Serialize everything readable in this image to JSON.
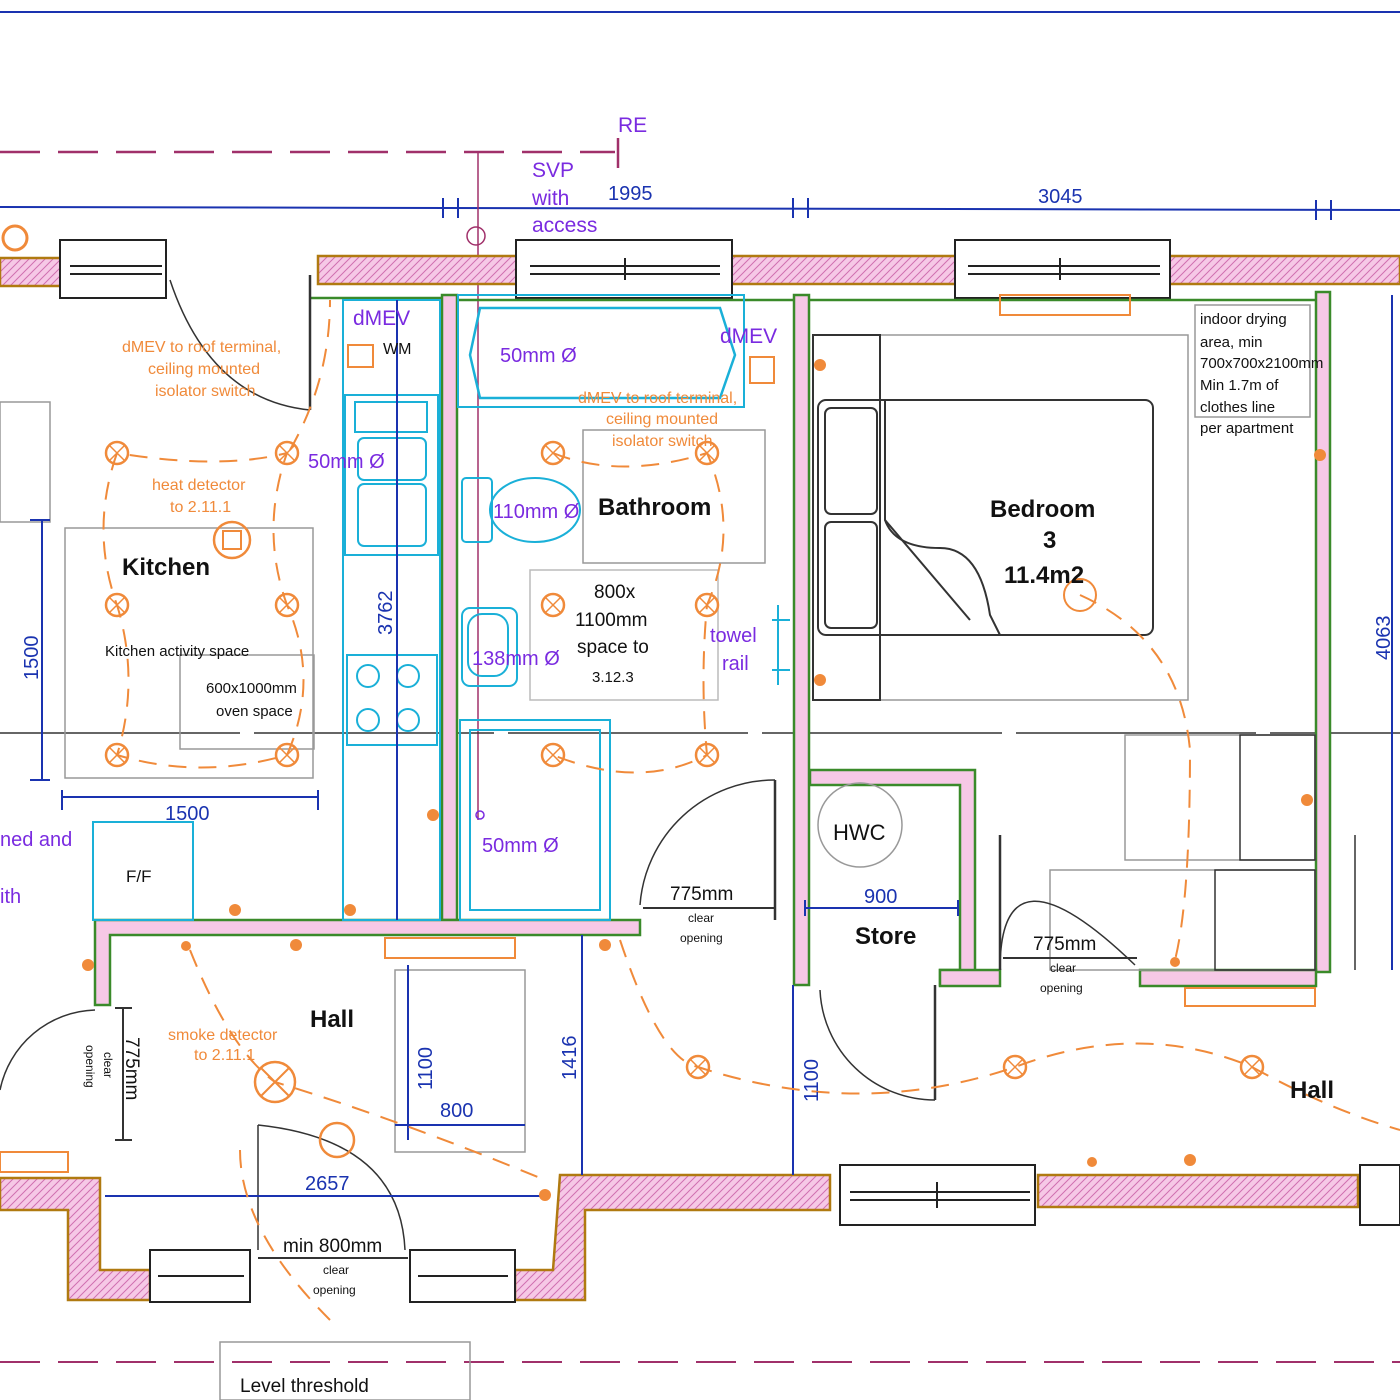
{
  "dims": {
    "top": "1995",
    "top2": "3045",
    "kitchen_v": "1500",
    "kitchen_h": "1500",
    "tall": "3762",
    "right_v": "4063",
    "store_w": "900",
    "hall_v": "1416",
    "hall_box_v": "1100",
    "hall_box_h": "800",
    "hall_h": "2657",
    "corridor_v": "1100"
  },
  "rooms": {
    "kitchen": "Kitchen",
    "bathroom": "Bathroom",
    "bed_l1": "Bedroom",
    "bed_l2": "3",
    "bed_l3": "11.4m2",
    "hall": "Hall",
    "hall2": "Hall",
    "store": "Store",
    "hwc": "HWC",
    "ff": "F/F",
    "wm": "WM"
  },
  "labels": {
    "re": "RE",
    "svp1": "SVP",
    "svp2": "with",
    "svp3": "access",
    "dmev1": "dMEV",
    "dmev2": "dMEV",
    "pipe_50a": "50mm Ø",
    "pipe_50b": "50mm Ø",
    "pipe_110": "110mm Ø",
    "pipe_138": "138mm Ø",
    "pipe_50c": "50mm Ø",
    "towel1": "towel",
    "towel2": "rail",
    "ned": "ned and",
    "ith": "ith"
  },
  "notes": {
    "dmev_k1": "dMEV to roof terminal,",
    "dmev_k2": "ceiling mounted",
    "dmev_k3": "isolator switch",
    "dmev_b1": "dMEV to roof terminal,",
    "dmev_b2": "ceiling mounted",
    "dmev_b3": "isolator switch",
    "heat1": "heat detector",
    "heat2": "to 2.11.1",
    "smoke1": "smoke detector",
    "smoke2": "to 2.11.1"
  },
  "text": {
    "activity": "Kitchen activity space",
    "oven1": "600x1000mm",
    "oven2": "oven space",
    "space1": "800x",
    "space2": "1100mm",
    "space3": "space to",
    "space4": "3.12.3",
    "dry1": "indoor drying",
    "dry2": "area, min",
    "dry3": "700x700x2100mm",
    "dry4": "Min 1.7m of",
    "dry5": "clothes line",
    "dry6": "per apartment",
    "door1_a": "775mm",
    "door1_b": "clear",
    "door1_c": "opening",
    "door2_a": "775mm",
    "door2_b": "clear",
    "door2_c": "opening",
    "door3_a": "775mm",
    "door3_b": "clear",
    "door3_c": "opening",
    "min_a": "min 800mm",
    "min_b": "clear",
    "min_c": "opening",
    "level": "Level threshold"
  }
}
